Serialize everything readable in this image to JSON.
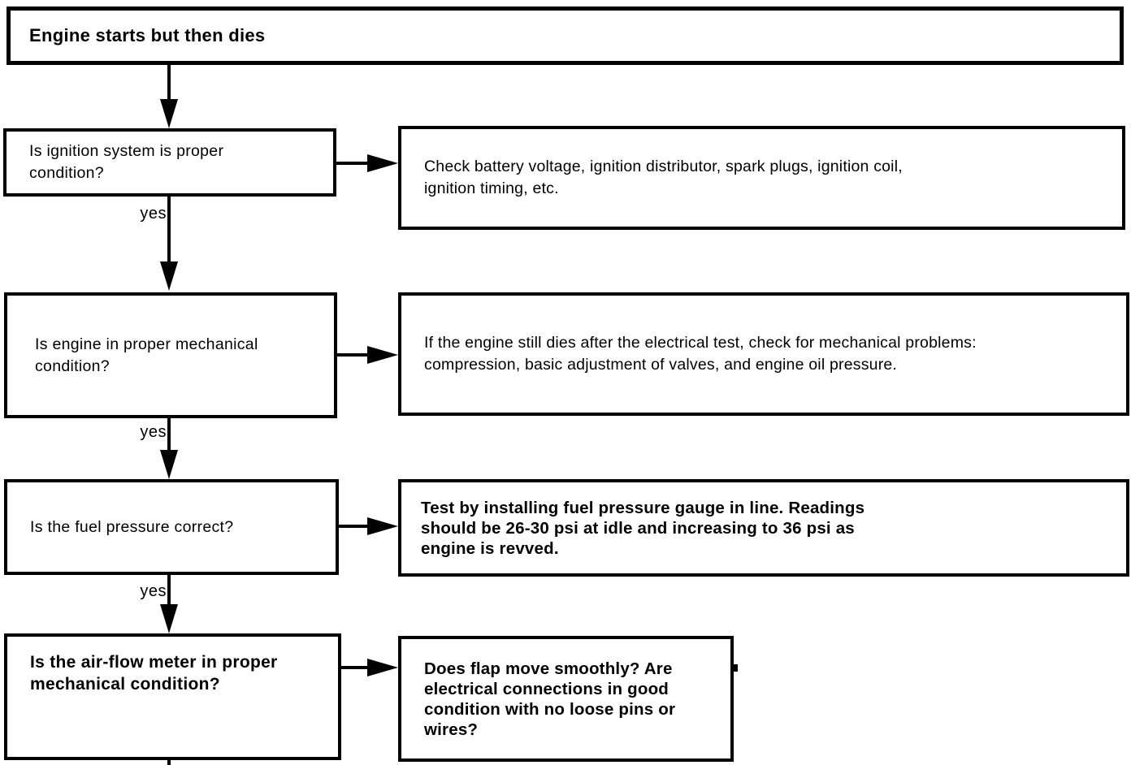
{
  "flowchart": {
    "start": "Engine starts but then dies",
    "yes_label": "yes",
    "steps": [
      {
        "question": "Is ignition system is proper\ncondition?",
        "action": "Check battery voltage, ignition distributor, spark plugs, ignition coil,\nignition timing, etc."
      },
      {
        "question": "Is engine in proper mechanical\ncondition?",
        "action": "If the engine still dies after the electrical test, check for mechanical problems:\ncompression, basic adjustment of valves, and engine oil pressure."
      },
      {
        "question": "Is the fuel pressure correct?",
        "action": "Test by installing fuel pressure gauge in line. Readings\nshould be 26-30 psi at idle and increasing to 36 psi as\nengine is revved."
      },
      {
        "question": "Is the air-flow meter in proper\nmechanical condition?",
        "action": "Does flap move smoothly? Are\nelectrical connections in good\ncondition with no loose pins or\nwires?"
      }
    ],
    "colors": {
      "line": "#000000",
      "background": "#ffffff",
      "text": "#000000"
    }
  }
}
